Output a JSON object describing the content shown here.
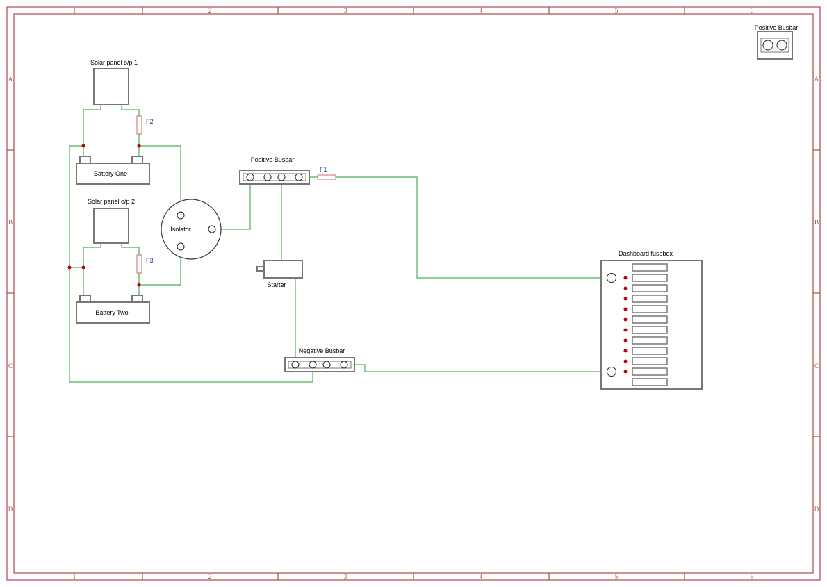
{
  "frame": {
    "columns": [
      "1",
      "2",
      "3",
      "4",
      "5",
      "6"
    ],
    "rows": [
      "A",
      "B",
      "C",
      "D"
    ]
  },
  "components": {
    "solar_panel_1": "Solar panel o/p 1",
    "solar_panel_2": "Solar panel o/p 2",
    "battery_one": "Battery One",
    "battery_two": "Battery Two",
    "isolator": "Isolator",
    "positive_busbar": "Positive Busbar",
    "starter": "Starter",
    "negative_busbar": "Negative Busbar",
    "dashboard_fusebox": "Dashboard fusebox",
    "legend_positive_busbar": "Positive Busbar"
  },
  "fuses": {
    "f1": "F1",
    "f2": "F2",
    "f3": "F3"
  },
  "fusebox": {
    "fuse_count": 12
  },
  "colors": {
    "wire": "#4caf50",
    "frame": "#b0474f",
    "junction": "#c00000",
    "component_outline": "#777777"
  }
}
